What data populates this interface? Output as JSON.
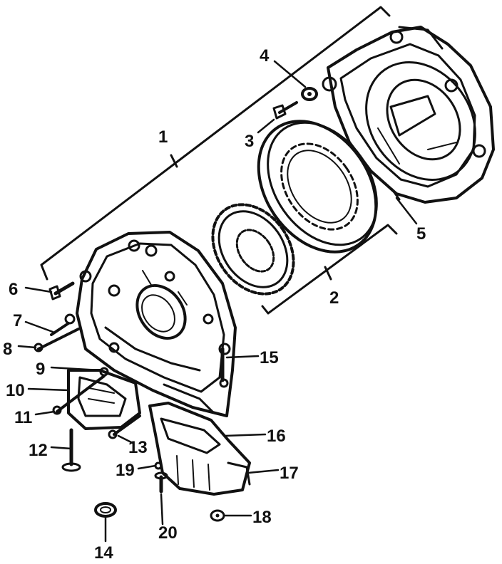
{
  "diagram": {
    "ink_color": "#111111",
    "background": "#ffffff",
    "callouts": [
      {
        "id": "c1",
        "label": "1"
      },
      {
        "id": "c2",
        "label": "2"
      },
      {
        "id": "c3",
        "label": "3"
      },
      {
        "id": "c4",
        "label": "4"
      },
      {
        "id": "c5",
        "label": "5"
      },
      {
        "id": "c6",
        "label": "6"
      },
      {
        "id": "c7",
        "label": "7"
      },
      {
        "id": "c8",
        "label": "8"
      },
      {
        "id": "c9",
        "label": "9"
      },
      {
        "id": "c10",
        "label": "10"
      },
      {
        "id": "c11",
        "label": "11"
      },
      {
        "id": "c12",
        "label": "12"
      },
      {
        "id": "c13",
        "label": "13"
      },
      {
        "id": "c14",
        "label": "14"
      },
      {
        "id": "c15",
        "label": "15"
      },
      {
        "id": "c16",
        "label": "16"
      },
      {
        "id": "c17",
        "label": "17"
      },
      {
        "id": "c18",
        "label": "18"
      },
      {
        "id": "c19",
        "label": "19"
      },
      {
        "id": "c20",
        "label": "20"
      }
    ]
  }
}
